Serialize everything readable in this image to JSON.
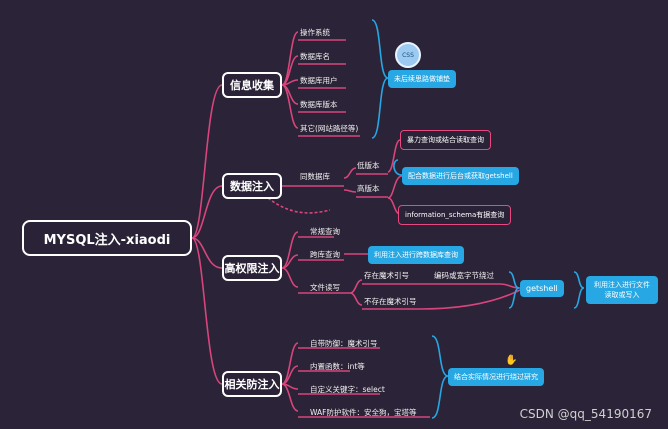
{
  "root": "MYSQL注入-xiaodi",
  "branches": {
    "info": "信息收集",
    "data": "数据注入",
    "priv": "高权限注入",
    "defense": "相关防注入"
  },
  "info_leaves": [
    "操作系统",
    "数据库名",
    "数据库用户",
    "数据库版本",
    "其它(网站路径等)"
  ],
  "info_note": "未后续思路做铺垫",
  "data_same": "同数据库",
  "data_low": "低版本",
  "data_high": "高版本",
  "data_box1": "暴力查询或结合读取查询",
  "data_box2": "配合数据进行后台或获取getshell",
  "data_box3": "information_schema有据查询",
  "priv_leaves": {
    "normal": "常规查询",
    "cross": "跨库查询",
    "file": "文件读写",
    "has_quote": "存在魔术引号",
    "no_quote": "不存在魔术引号",
    "bypass": "编码或宽字节绕过"
  },
  "priv_cross_note": "利用注入进行跨数据库查询",
  "priv_getshell": "getshell",
  "priv_getshell_note": "利用注入进行文件读取或写入",
  "defense_leaves": [
    "自带防御：魔术引号",
    "内置函数：int等",
    "自定义关键字：select",
    "WAF防护软件：安全狗，宝塔等"
  ],
  "defense_note": "结合实际情况进行绕过研究",
  "watermark": "CSDN @qq_54190167",
  "avatar_text": "CSS",
  "colors": {
    "line": "#d8457c",
    "accent": "#27a7e3",
    "bg": "#2b2337"
  }
}
